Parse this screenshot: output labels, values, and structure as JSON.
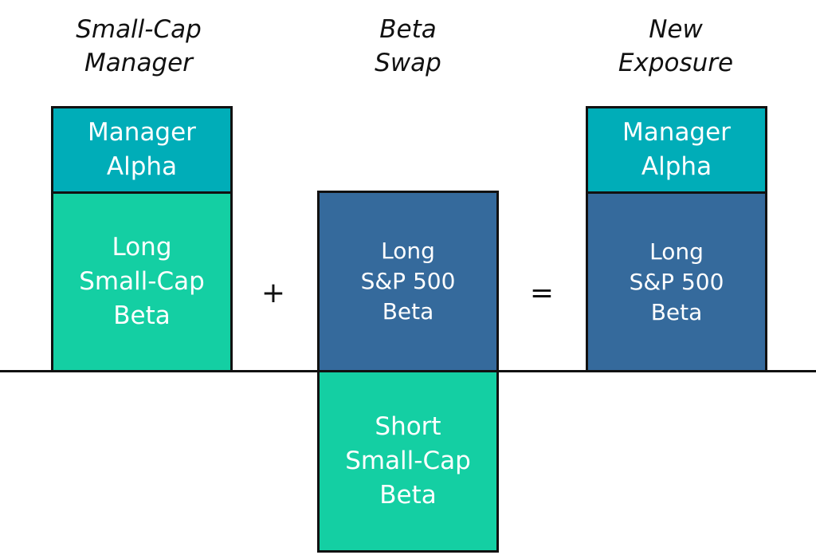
{
  "colors": {
    "alpha": "#00adb8",
    "smallcap": "#14cfa3",
    "sp500": "#356a9c"
  },
  "columns": {
    "manager": {
      "title_lines": [
        "Small-Cap",
        "Manager"
      ],
      "alpha_lines": [
        "Manager",
        "Alpha"
      ],
      "beta_lines": [
        "Long",
        "Small-Cap",
        "Beta"
      ]
    },
    "swap": {
      "title_lines": [
        "Beta",
        "Swap"
      ],
      "long_lines": [
        "Long",
        "S&P 500",
        "Beta"
      ],
      "short_lines": [
        "Short",
        "Small-Cap",
        "Beta"
      ]
    },
    "exposure": {
      "title_lines": [
        "New",
        "Exposure"
      ],
      "alpha_lines": [
        "Manager",
        "Alpha"
      ],
      "beta_lines": [
        "Long",
        "S&P 500",
        "Beta"
      ]
    }
  },
  "operators": {
    "plus": "+",
    "equals": "="
  }
}
